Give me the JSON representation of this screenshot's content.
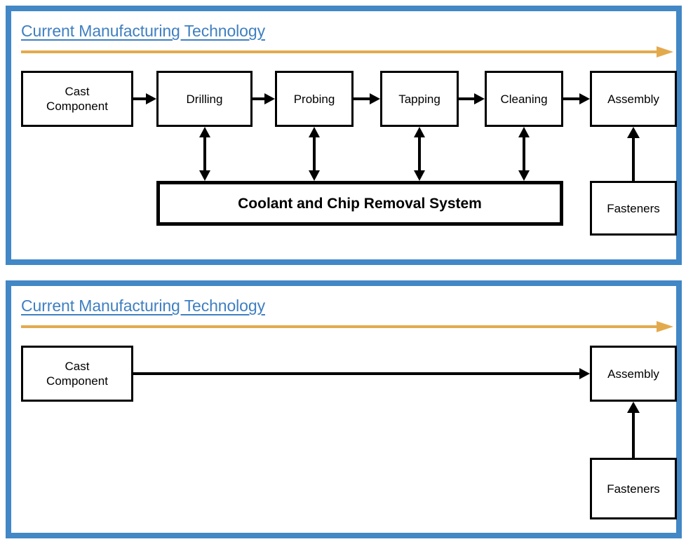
{
  "theme": {
    "panel_border_color": "#4287c6",
    "title_color": "#3f7fc1",
    "accent_rule_color": "#e3aa4d",
    "box_border_color": "#000000",
    "connector_color": "#000000",
    "background_color": "#ffffff"
  },
  "panels": [
    {
      "id": "panel-1",
      "title": "Current Manufacturing Technology",
      "process_boxes": [
        {
          "key": "cast-component",
          "label": "Cast\nComponent",
          "line1": "Cast",
          "line2": "Component"
        },
        {
          "key": "drilling",
          "label": "Drilling"
        },
        {
          "key": "probing",
          "label": "Probing"
        },
        {
          "key": "tapping",
          "label": "Tapping"
        },
        {
          "key": "cleaning",
          "label": "Cleaning"
        },
        {
          "key": "assembly",
          "label": "Assembly"
        }
      ],
      "support_box": {
        "key": "coolant-system",
        "label": "Coolant and Chip Removal System"
      },
      "input_box": {
        "key": "fasteners",
        "label": "Fasteners"
      },
      "flow_arrows": 5,
      "bidirectional_arrows": 4
    },
    {
      "id": "panel-2",
      "title": "Current Manufacturing Technology",
      "process_boxes": [
        {
          "key": "cast-component",
          "label": "Cast\nComponent",
          "line1": "Cast",
          "line2": "Component"
        },
        {
          "key": "assembly",
          "label": "Assembly"
        }
      ],
      "input_box": {
        "key": "fasteners",
        "label": "Fasteners"
      },
      "flow_arrows": 1,
      "bidirectional_arrows": 0
    }
  ]
}
